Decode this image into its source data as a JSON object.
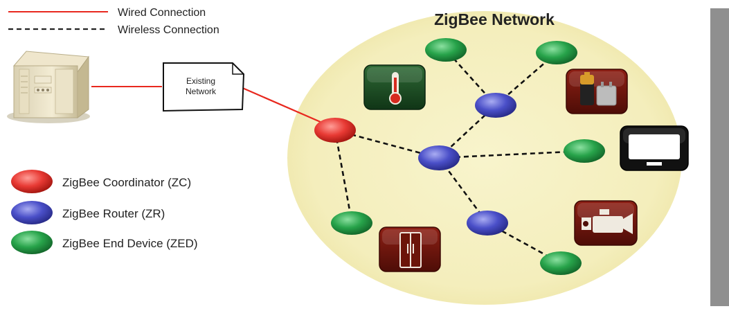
{
  "title": "ZigBee Network",
  "legend": {
    "wired": "Wired Connection",
    "wireless": "Wireless Connection",
    "coordinator": "ZigBee Coordinator (ZC)",
    "router": "ZigBee Router (ZR)",
    "end_device": "ZigBee End Device (ZED)"
  },
  "existing_network": {
    "line1": "Existing",
    "line2": "Network"
  },
  "colors": {
    "wired": "#e8281e",
    "coordinator": "#e83a34",
    "router": "#4a4fc8",
    "end_device": "#27a34a",
    "network_area": "#f7f2c6",
    "side_bar": "#8f8f8f"
  },
  "icons": {
    "server": "server-tower-icon",
    "thermometer": "thermometer-icon",
    "battery": "battery-charger-icon",
    "television": "television-icon",
    "refrigerator": "refrigerator-icon",
    "camera": "video-camera-icon"
  }
}
